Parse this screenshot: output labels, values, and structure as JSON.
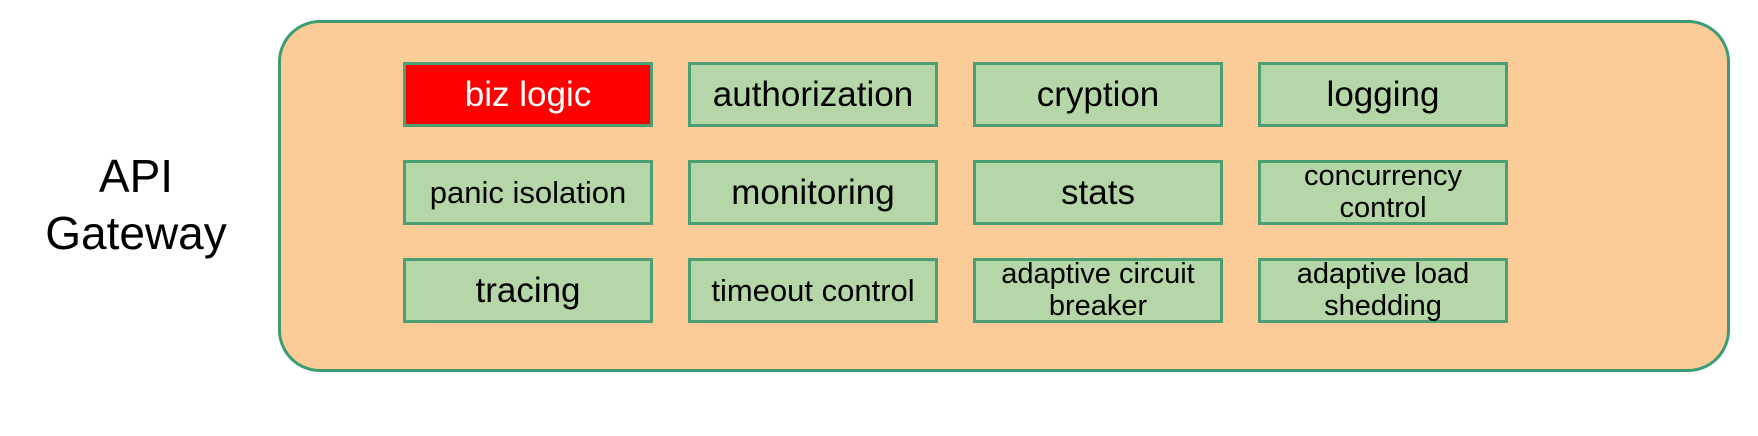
{
  "diagram": {
    "side_label": "API\nGateway",
    "colors": {
      "panel_fill": "#fbcc97",
      "panel_border": "#3c9c72",
      "box_fill": "#b5d6a7",
      "box_border": "#4c9f72",
      "highlight_fill": "#fe0000",
      "highlight_text": "#ffffff",
      "text": "#000000",
      "background": "#ffffff"
    },
    "boxes": [
      {
        "label": "biz logic",
        "highlighted": true,
        "size": "lg"
      },
      {
        "label": "authorization",
        "highlighted": false,
        "size": "lg"
      },
      {
        "label": "cryption",
        "highlighted": false,
        "size": "lg"
      },
      {
        "label": "logging",
        "highlighted": false,
        "size": "lg"
      },
      {
        "label": "panic isolation",
        "highlighted": false,
        "size": "md"
      },
      {
        "label": "monitoring",
        "highlighted": false,
        "size": "lg"
      },
      {
        "label": "stats",
        "highlighted": false,
        "size": "lg"
      },
      {
        "label": "concurrency\ncontrol",
        "highlighted": false,
        "size": "sm"
      },
      {
        "label": "tracing",
        "highlighted": false,
        "size": "lg"
      },
      {
        "label": "timeout control",
        "highlighted": false,
        "size": "md"
      },
      {
        "label": "adaptive circuit\nbreaker",
        "highlighted": false,
        "size": "sm"
      },
      {
        "label": "adaptive load\nshedding",
        "highlighted": false,
        "size": "sm"
      }
    ]
  }
}
